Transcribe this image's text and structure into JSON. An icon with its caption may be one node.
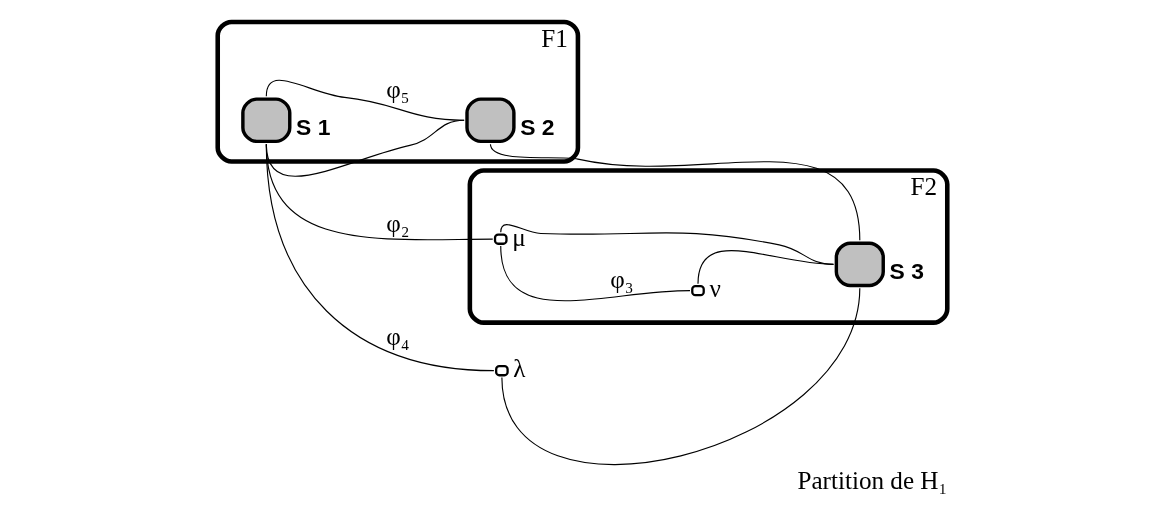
{
  "diagram": {
    "caption": "Partition de H₁",
    "nodes": [
      {
        "text": [
          "F1"
        ]
      },
      {
        "text": [],
        "shape": "box",
        "beside": [
          "S 1"
        ],
        "in": 0
      },
      {
        "text": [],
        "shape": "box",
        "beside": [
          "S 2"
        ],
        "in": 0
      },
      {
        "text": [],
        "shape": "circle",
        "beside": [
          "λ"
        ]
      },
      {
        "text": [
          "F2"
        ]
      },
      {
        "text": [],
        "shape": "circle",
        "beside": [
          "μ"
        ],
        "in": 4
      },
      {
        "text": [],
        "shape": "circle",
        "beside": [
          "ν"
        ],
        "in": 4
      },
      {
        "text": [],
        "shape": "box",
        "beside": [
          "S 3"
        ],
        "in": 4
      }
    ],
    "edges": [
      {
        "from": 1,
        "to": 5,
        "arrow": "none",
        "label": "φ₂"
      },
      {
        "from": 1,
        "to": 3,
        "arrow": "none",
        "label": "φ₄"
      },
      {
        "from": 3,
        "to": 7,
        "arrow": "none"
      },
      {
        "from": 1,
        "to": 2,
        "arrow": "none"
      },
      {
        "from": 2,
        "to": 7,
        "arrow": "none"
      },
      {
        "from": 1,
        "to": 2,
        "arrow": "none",
        "label": "φ₅"
      },
      {
        "from": 5,
        "to": 6,
        "arrow": "none",
        "label": "φ₃"
      },
      {
        "from": 6,
        "to": 7,
        "arrow": "none"
      },
      {
        "from": 7,
        "to": 5,
        "arrow": "none"
      }
    ]
  }
}
